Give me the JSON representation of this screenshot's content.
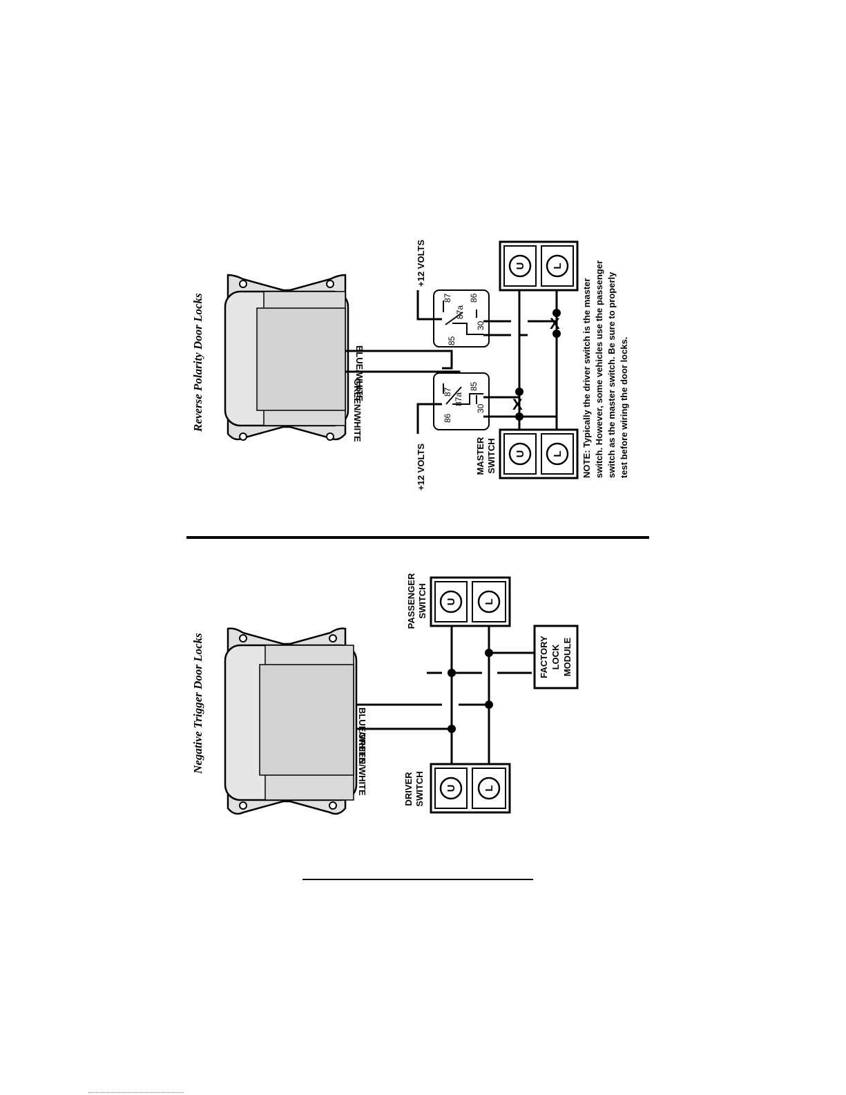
{
  "reverse_polarity": {
    "title": "Reverse Polarity Door Locks",
    "wire_green": "GREEN/WHITE",
    "wire_blue": "BLUE/WHITE",
    "volts_left": "+12 VOLTS",
    "volts_right": "+12 VOLTS",
    "relay_left_pins": {
      "p87": "87",
      "p87a": "87a",
      "p86": "86",
      "p85": "85",
      "p30": "30"
    },
    "relay_right_pins": {
      "p87": "87",
      "p87a": "87a",
      "p86": "86",
      "p85": "85",
      "p30": "30"
    },
    "master_switch": {
      "line1": "MASTER",
      "line2": "SWITCH",
      "up": "U",
      "down": "L"
    },
    "other_switch": {
      "up": "U",
      "down": "L"
    },
    "cut_mark": "X",
    "note_line1": "NOTE: Typically the driver switch is the master",
    "note_line2": "switch. However, some vehicles use the passenger",
    "note_line3": "switch as the master switch. Be sure to properly",
    "note_line4": "test before wiring the door locks."
  },
  "negative_trigger": {
    "title": "Negative Trigger Door Locks",
    "wire_green": "GREEN/WHITE",
    "wire_blue": "BLUE/WHITE",
    "driver_switch": {
      "line1": "DRIVER",
      "line2": "SWITCH",
      "up": "U",
      "down": "L"
    },
    "passenger_switch": {
      "line1": "PASSENGER",
      "line2": "SWITCH",
      "up": "U",
      "down": "L"
    },
    "factory_module": {
      "line1": "FACTORY",
      "line2": "LOCK",
      "line3": "MODULE"
    }
  }
}
